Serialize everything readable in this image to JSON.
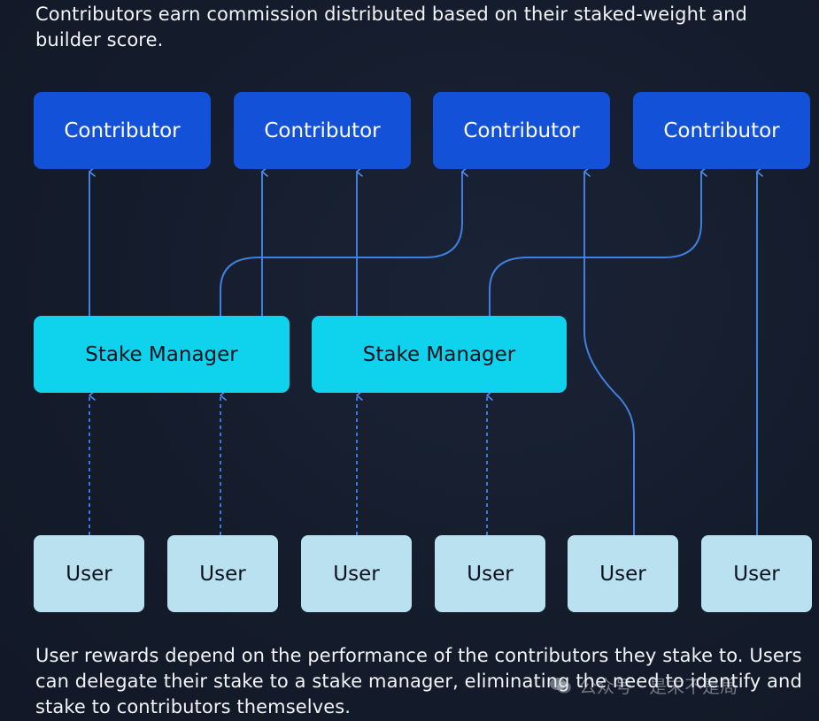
{
  "captions": {
    "top": "Contributors earn commission distributed based on their staked-weight and builder score.",
    "bottom": "User rewards depend on the performance of the contributors they stake to. Users can delegate their stake to a stake manager, eliminating the need to identify and stake to contributors themselves."
  },
  "nodes": {
    "contributors": [
      "Contributor",
      "Contributor",
      "Contributor",
      "Contributor"
    ],
    "managers": [
      "Stake Manager",
      "Stake Manager"
    ],
    "users": [
      "User",
      "User",
      "User",
      "User",
      "User",
      "User"
    ]
  },
  "colors": {
    "background": "#141b2b",
    "contributor": "#1351d8",
    "manager": "#0fd2ec",
    "user": "#b9e1ef",
    "line": "#3f7fe0",
    "dashed": "#3a78dc"
  },
  "watermark": {
    "icon": "wechat-icon",
    "text": "公众号 · 是末不是局"
  }
}
